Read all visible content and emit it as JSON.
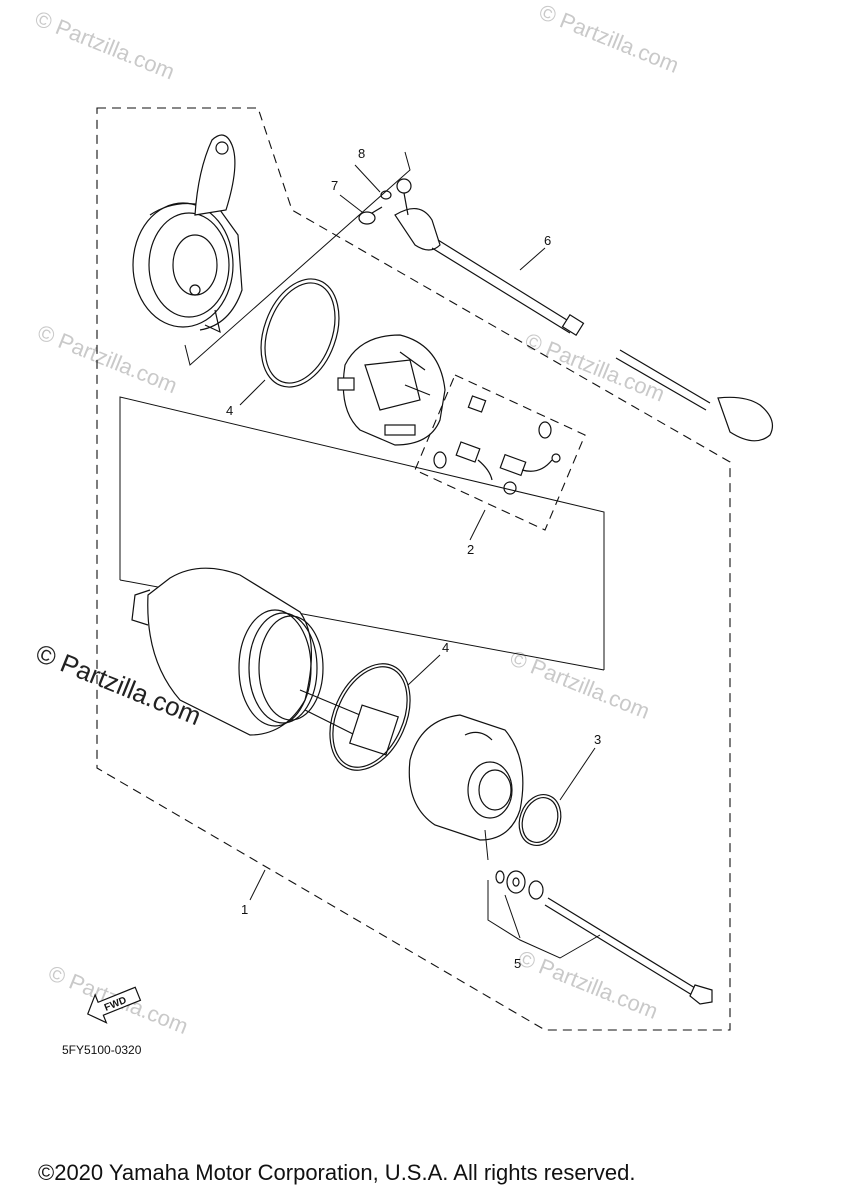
{
  "diagram": {
    "callouts": [
      {
        "id": "1",
        "label": "1"
      },
      {
        "id": "2",
        "label": "2"
      },
      {
        "id": "3",
        "label": "3"
      },
      {
        "id": "4a",
        "label": "4"
      },
      {
        "id": "4b",
        "label": "4"
      },
      {
        "id": "5",
        "label": "5"
      },
      {
        "id": "6",
        "label": "6"
      },
      {
        "id": "7",
        "label": "7"
      },
      {
        "id": "8",
        "label": "8"
      }
    ],
    "fwd_label": "FWD",
    "diagram_code": "5FY5100-0320"
  },
  "watermark": {
    "text": "© Partzilla.com",
    "prominent_text": "© Partzilla.com"
  },
  "footer": {
    "copyright": "©2020 Yamaha Motor Corporation, U.S.A. All rights reserved."
  }
}
